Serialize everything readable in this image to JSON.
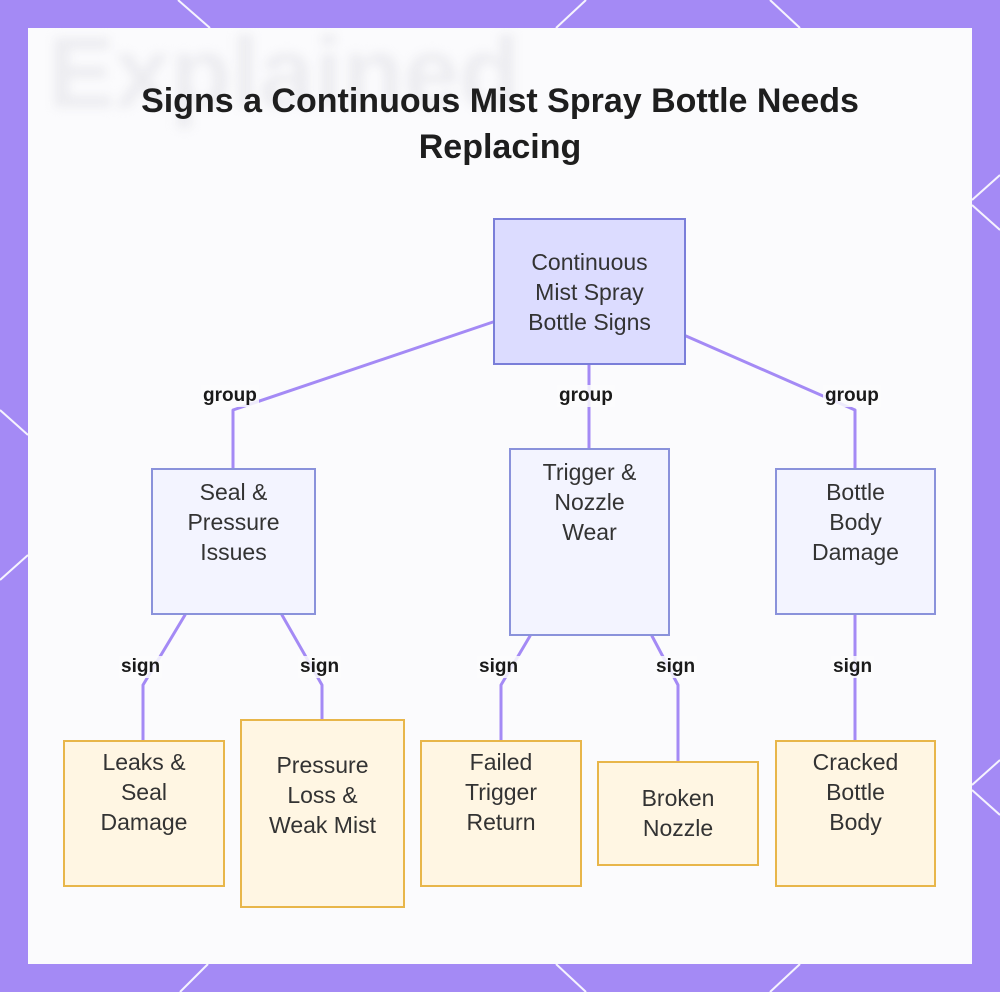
{
  "title": "Signs a Continuous Mist Spray Bottle Needs Replacing",
  "background_text": "Explained",
  "colors": {
    "frame": "#a48af5",
    "edge": "#a48af5",
    "root_fill": "#dcdcff",
    "group_fill": "#f3f4ff",
    "sign_fill": "#fff6e3",
    "sign_border": "#e8b64a"
  },
  "nodes": {
    "root": "Continuous Mist Spray Bottle Signs",
    "seal_pressure": "Seal & Pressure Issues",
    "trigger_nozzle": "Trigger & Nozzle Wear",
    "bottle_body": "Bottle Body Damage",
    "leaks": "Leaks & Seal Damage",
    "pressure_loss": "Pressure Loss & Weak Mist",
    "failed_trigger": "Failed Trigger Return",
    "broken_nozzle": "Broken Nozzle",
    "cracked_bottle": "Cracked Bottle Body"
  },
  "edge_labels": {
    "group": "group",
    "sign": "sign"
  }
}
